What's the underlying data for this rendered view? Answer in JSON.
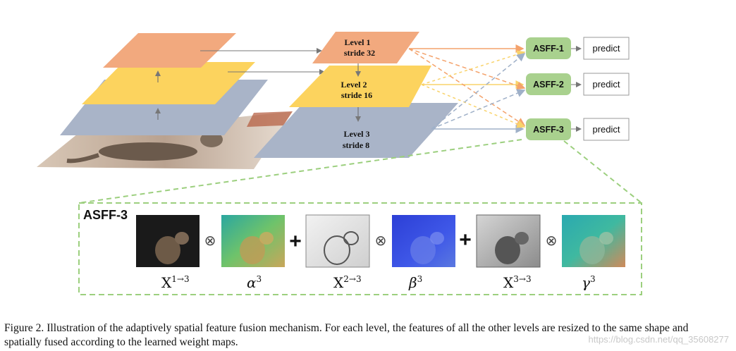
{
  "levels": [
    {
      "title": "Level 1",
      "stride": "stride 32"
    },
    {
      "title": "Level 2",
      "stride": "stride 16"
    },
    {
      "title": "Level 3",
      "stride": "stride 8"
    }
  ],
  "asff": [
    "ASFF-1",
    "ASFF-2",
    "ASFF-3"
  ],
  "predict": [
    "predict",
    "predict",
    "predict"
  ],
  "detail": {
    "title": "ASFF-3",
    "terms": [
      {
        "base": "X",
        "sup": "1→3",
        "italic": false
      },
      {
        "base": "α",
        "sup": "3",
        "italic": true
      },
      {
        "base": "X",
        "sup": "2→3",
        "italic": false
      },
      {
        "base": "β",
        "sup": "3",
        "italic": true
      },
      {
        "base": "X",
        "sup": "3→3",
        "italic": false
      },
      {
        "base": "γ",
        "sup": "3",
        "italic": true
      }
    ],
    "mult_symbol": "⊗",
    "plus_symbol": "+"
  },
  "colors": {
    "level1": "#f2a97e",
    "level2": "#fcd35e",
    "level3": "#a9b4c8",
    "asff_box": "#a9d18e",
    "dashed_border": "#9ccf7e",
    "orange_arrow": "#f4a26b",
    "yellow_arrow": "#f9d36b",
    "gray_arrow": "#9fb0c8"
  },
  "caption": "Figure 2. Illustration of the adaptively spatial feature fusion mechanism. For each level, the features of all the other levels are resized to the same shape and spatially fused according to the learned weight maps.",
  "watermark": "https://blog.csdn.net/qq_35608277"
}
